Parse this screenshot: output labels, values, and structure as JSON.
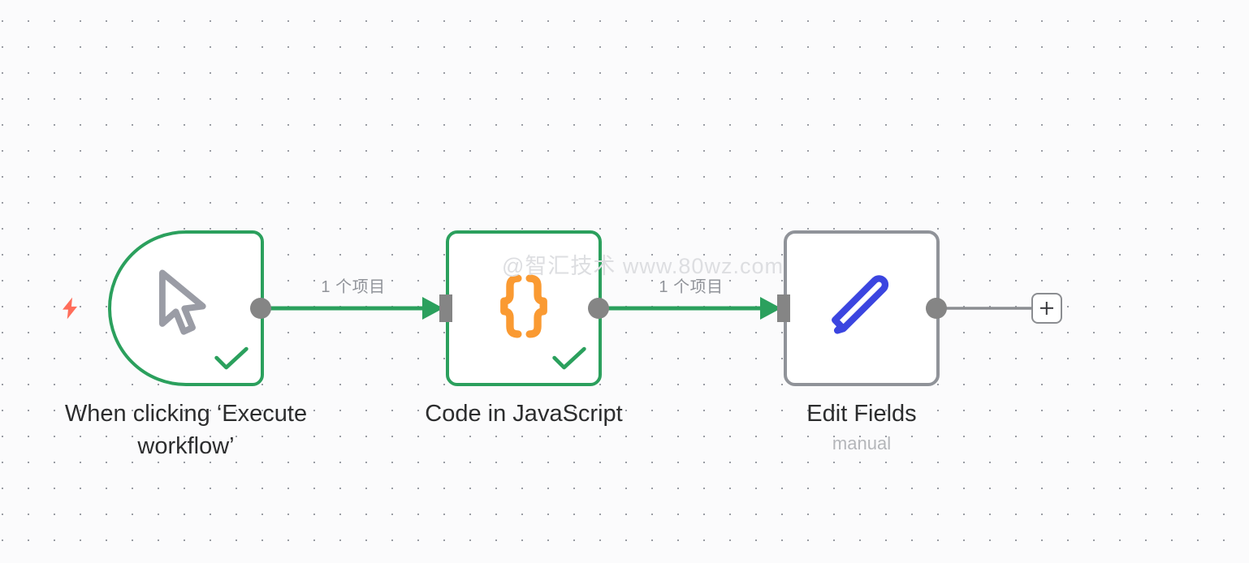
{
  "canvas": {
    "background_color": "#fbfbfc",
    "grid_dot_color": "#9a9da4",
    "watermark": "@智汇技术  www.80wz.com"
  },
  "theme": {
    "success_green": "#2ba05d",
    "idle_gray": "#909399",
    "endpoint_gray": "#858585",
    "trigger_bolt": "#ff6d5a",
    "code_icon_orange": "#fa9a32",
    "edit_icon_blue": "#3b45e0",
    "selection_halo": "#e7e8ed",
    "title_text": "#2c2d2e",
    "subtitle_text": "#b4b6ba",
    "label_text": "#909399"
  },
  "nodes": [
    {
      "id": "manual-trigger",
      "title": "When clicking ‘Execute\nworkflow’",
      "subtitle": "",
      "icon": "cursor-pointer-icon",
      "state": "success",
      "selected": false,
      "has_check": true
    },
    {
      "id": "code-js",
      "title": "Code in JavaScript",
      "subtitle": "",
      "icon": "curly-braces-icon",
      "state": "success",
      "selected": true,
      "has_check": true
    },
    {
      "id": "edit-fields",
      "title": "Edit Fields",
      "subtitle": "manual",
      "icon": "pencil-icon",
      "state": "idle",
      "selected": false,
      "has_check": false
    }
  ],
  "connections": [
    {
      "id": "conn-trigger-code",
      "label": "1 个项目",
      "state": "success"
    },
    {
      "id": "conn-code-edit",
      "label": "1 个项目",
      "state": "success"
    },
    {
      "id": "conn-edit-plus",
      "label": "",
      "state": "idle"
    }
  ],
  "controls": {
    "add_node_label": "+"
  }
}
